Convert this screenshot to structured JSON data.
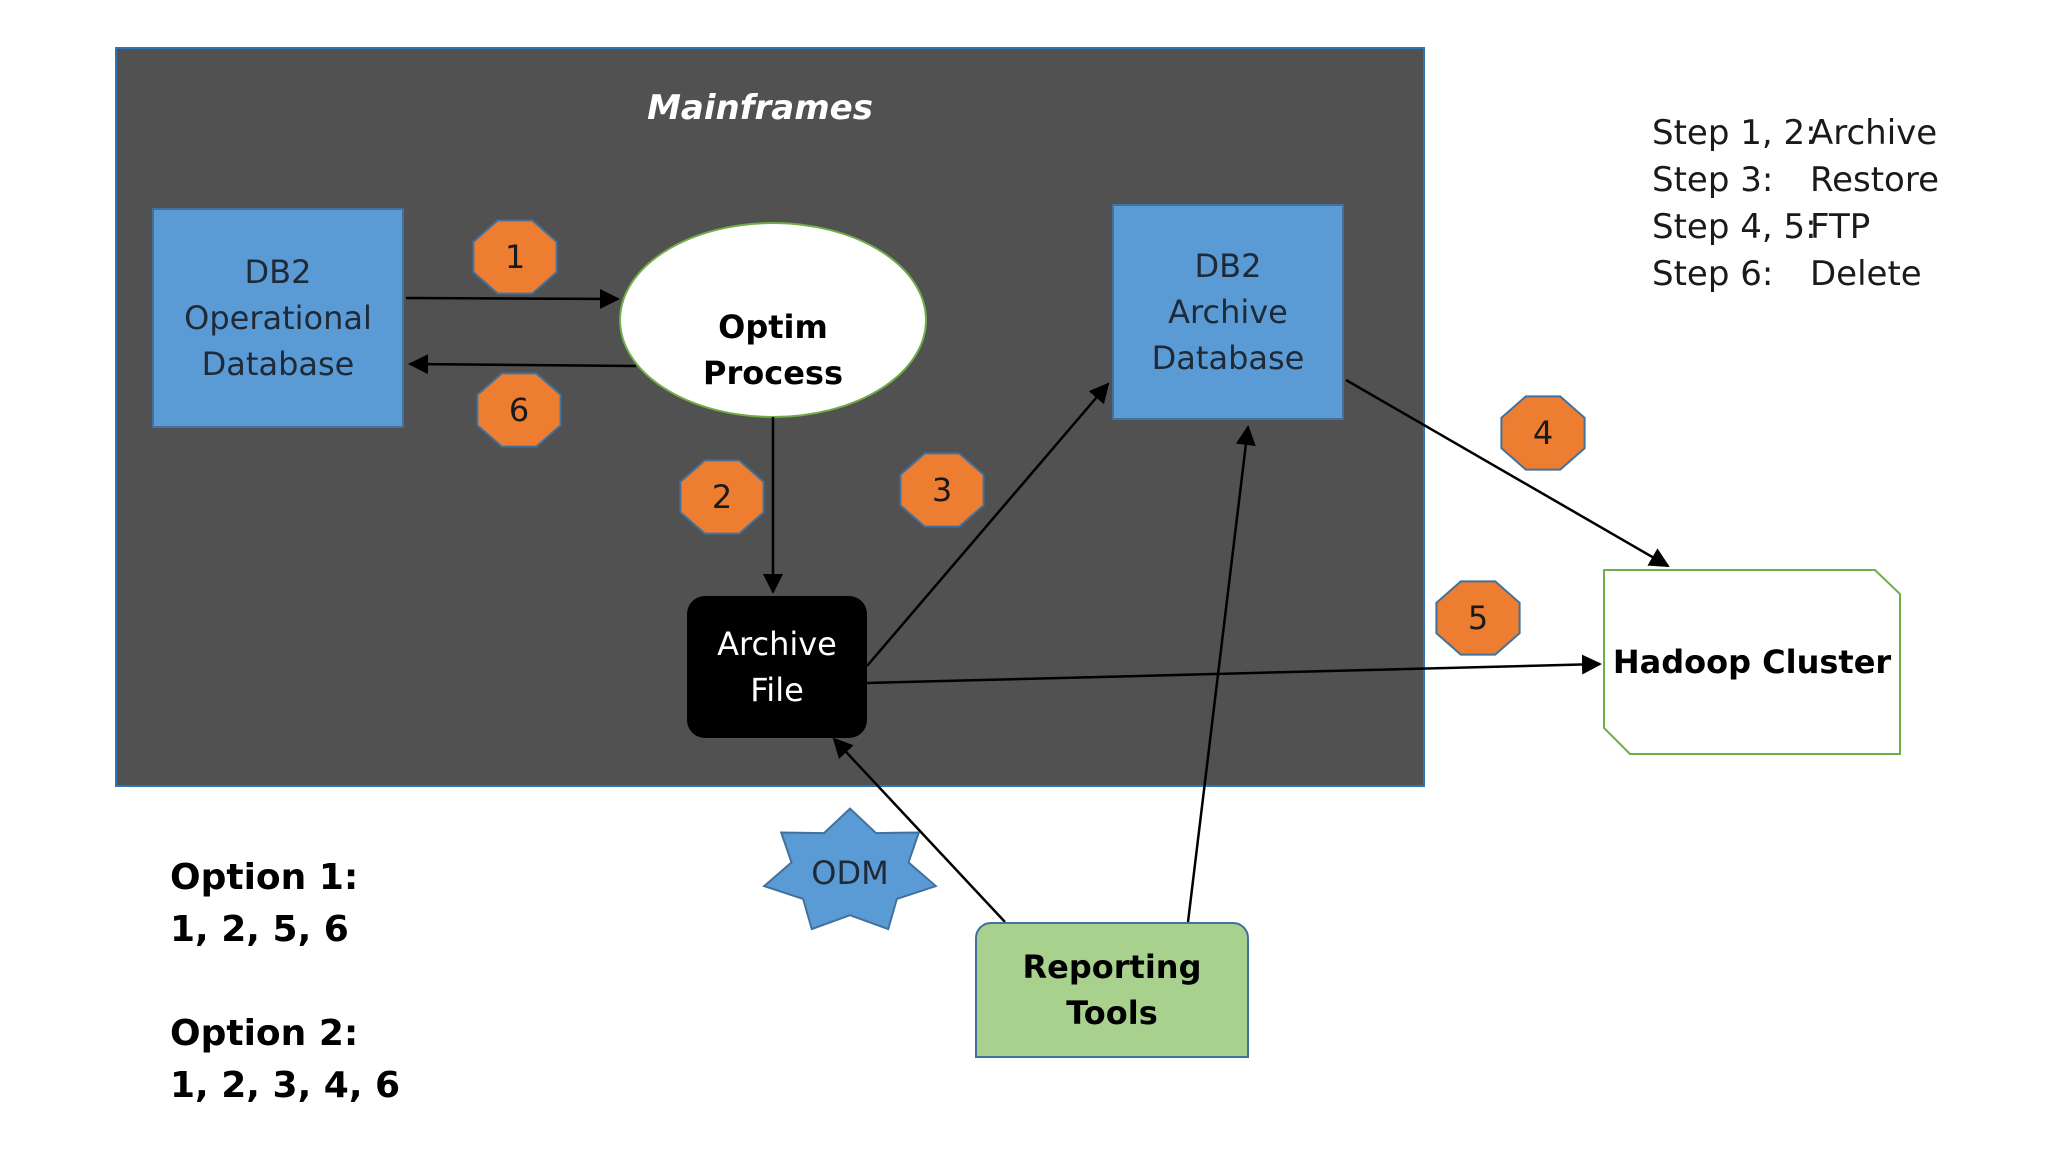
{
  "mainframe": {
    "title": "Mainframes"
  },
  "nodes": {
    "db2_operational": "DB2\nOperational\nDatabase",
    "optim_process": "Optim\nProcess",
    "db2_archive": "DB2\nArchive\nDatabase",
    "archive_file": "Archive\nFile",
    "hadoop_cluster": "Hadoop Cluster",
    "odm": "ODM",
    "reporting_tools": "Reporting\nTools"
  },
  "badges": [
    "1",
    "2",
    "3",
    "4",
    "5",
    "6"
  ],
  "legend": [
    {
      "step": "Step 1, 2:",
      "action": "Archive"
    },
    {
      "step": "Step 3:",
      "action": "Restore"
    },
    {
      "step": "Step 4, 5:",
      "action": "FTP"
    },
    {
      "step": "Step 6:",
      "action": "Delete"
    }
  ],
  "options": [
    {
      "title": "Option 1:",
      "steps": "1, 2, 5, 6"
    },
    {
      "title": "Option 2:",
      "steps": "1, 2, 3, 4, 6"
    }
  ],
  "colors": {
    "mainframe_bg": "#515151",
    "database_blue": "#5b9bd5",
    "badge_orange": "#ed7d31",
    "reporting_green": "#a9d18e",
    "hadoop_border": "#70ad47"
  }
}
